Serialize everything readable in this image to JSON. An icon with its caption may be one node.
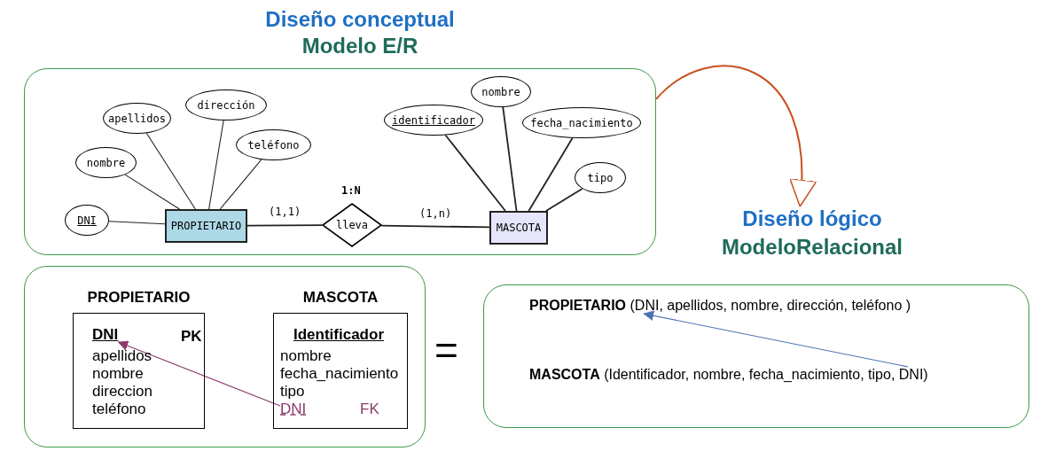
{
  "diagram": {
    "nodes": [
      {
        "text": [
          "Diseño conceptual",
          "Modelo E/R"
        ]
      },
      {
        "text": [
          "PROPIETARIO"
        ],
        "in": 0
      },
      {
        "text": [
          "DNI"
        ],
        "in": 0
      },
      {
        "text": [
          "nombre"
        ],
        "in": 0
      },
      {
        "text": [
          "apellidos"
        ],
        "in": 0
      },
      {
        "text": [
          "dirección"
        ],
        "in": 0
      },
      {
        "text": [
          "teléfono"
        ],
        "in": 0
      },
      {
        "text": [
          "lleva"
        ],
        "in": 0,
        "beside": [
          "1:N"
        ]
      },
      {
        "text": [
          "MASCOTA"
        ],
        "in": 0
      },
      {
        "text": [
          "identificador"
        ],
        "in": 0
      },
      {
        "text": [
          "nombre"
        ],
        "in": 0
      },
      {
        "text": [
          "fecha_nacimiento"
        ],
        "in": 0
      },
      {
        "text": [
          "tipo"
        ],
        "in": 0
      },
      {
        "text": [],
        "shape": "box"
      },
      {
        "text": [
          "PROPIETARIO",
          "apellidos nombre direccion teléfono"
        ],
        "in": 13
      },
      {
        "text": [
          "DNI"
        ],
        "in": 14
      },
      {
        "text": [
          "MASCOTA",
          "Identificador",
          "nombre fecha_nacimiento tipo"
        ],
        "in": 13
      },
      {
        "text": [
          "DNI"
        ],
        "in": 16,
        "beside": [
          "FK"
        ]
      },
      {
        "text": [
          "Diseño lógico",
          "ModeloRelacional"
        ]
      },
      {
        "text": [
          "**PROPIETARIO** (DNI, apellidos, nombre, dirección, teléfono )"
        ],
        "in": 18
      },
      {
        "text": [
          "**MASCOTA** (Identificador, nombre, fecha_nacimiento, tipo, DNI)"
        ],
        "in": 18
      }
    ],
    "edges": [
      {
        "from": 1,
        "to": 2,
        "arrow": "none"
      },
      {
        "from": 1,
        "to": 3,
        "arrow": "none"
      },
      {
        "from": 1,
        "to": 4,
        "arrow": "none"
      },
      {
        "from": 1,
        "to": 5,
        "arrow": "none"
      },
      {
        "from": 1,
        "to": 6,
        "arrow": "none"
      },
      {
        "from": 1,
        "to": 7,
        "arrow": "none",
        "label": "(1,1)"
      },
      {
        "from": 7,
        "to": 8,
        "arrow": "none",
        "label": "(1,n)"
      },
      {
        "from": 8,
        "to": 9,
        "arrow": "none"
      },
      {
        "from": 8,
        "to": 10,
        "arrow": "none"
      },
      {
        "from": 8,
        "to": 11,
        "arrow": "none"
      },
      {
        "from": 8,
        "to": 12,
        "arrow": "none"
      },
      {
        "from": 17,
        "to": 15,
        "arrow": "to",
        "color": "#8b3a6b"
      },
      {
        "from": 20,
        "to": 19,
        "arrow": "to",
        "color": "#4a72b0"
      },
      {
        "from": 0,
        "to": 18,
        "arrow": "to",
        "color": "#c8501e"
      }
    ],
    "labels": [
      "PK",
      "="
    ]
  }
}
